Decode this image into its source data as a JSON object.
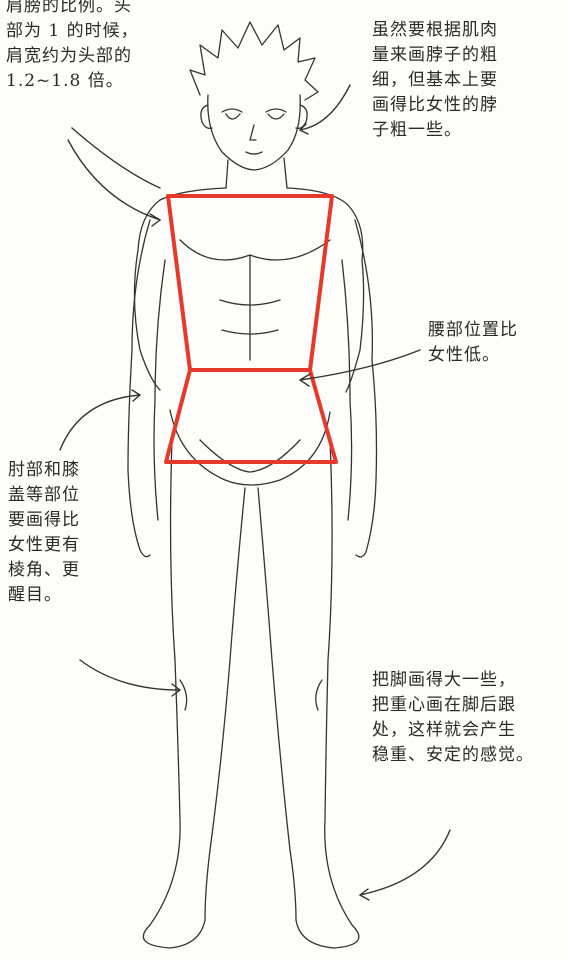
{
  "notes": {
    "shoulder": [
      "肩膀的比例。头",
      "部为 1 的时候，",
      "肩宽约为头部的",
      "1.2~1.8 倍。"
    ],
    "neck": [
      "虽然要根据肌肉",
      "量来画脖子的粗",
      "细，但基本上要",
      "画得比女性的脖",
      "子粗一些。"
    ],
    "waist": [
      "腰部位置比",
      "女性低。"
    ],
    "joints": [
      "肘部和膝",
      "盖等部位",
      "要画得比",
      "女性更有",
      "棱角、更",
      "醒目。"
    ],
    "feet": [
      "把脚画得大一些，",
      "把重心画在脚后跟",
      "处，这样就会产生",
      "稳重、安定的感觉。"
    ]
  },
  "colors": {
    "guide": "#e53a2a",
    "ink": "#2a2a2a",
    "paper": "#fdfdfb"
  }
}
